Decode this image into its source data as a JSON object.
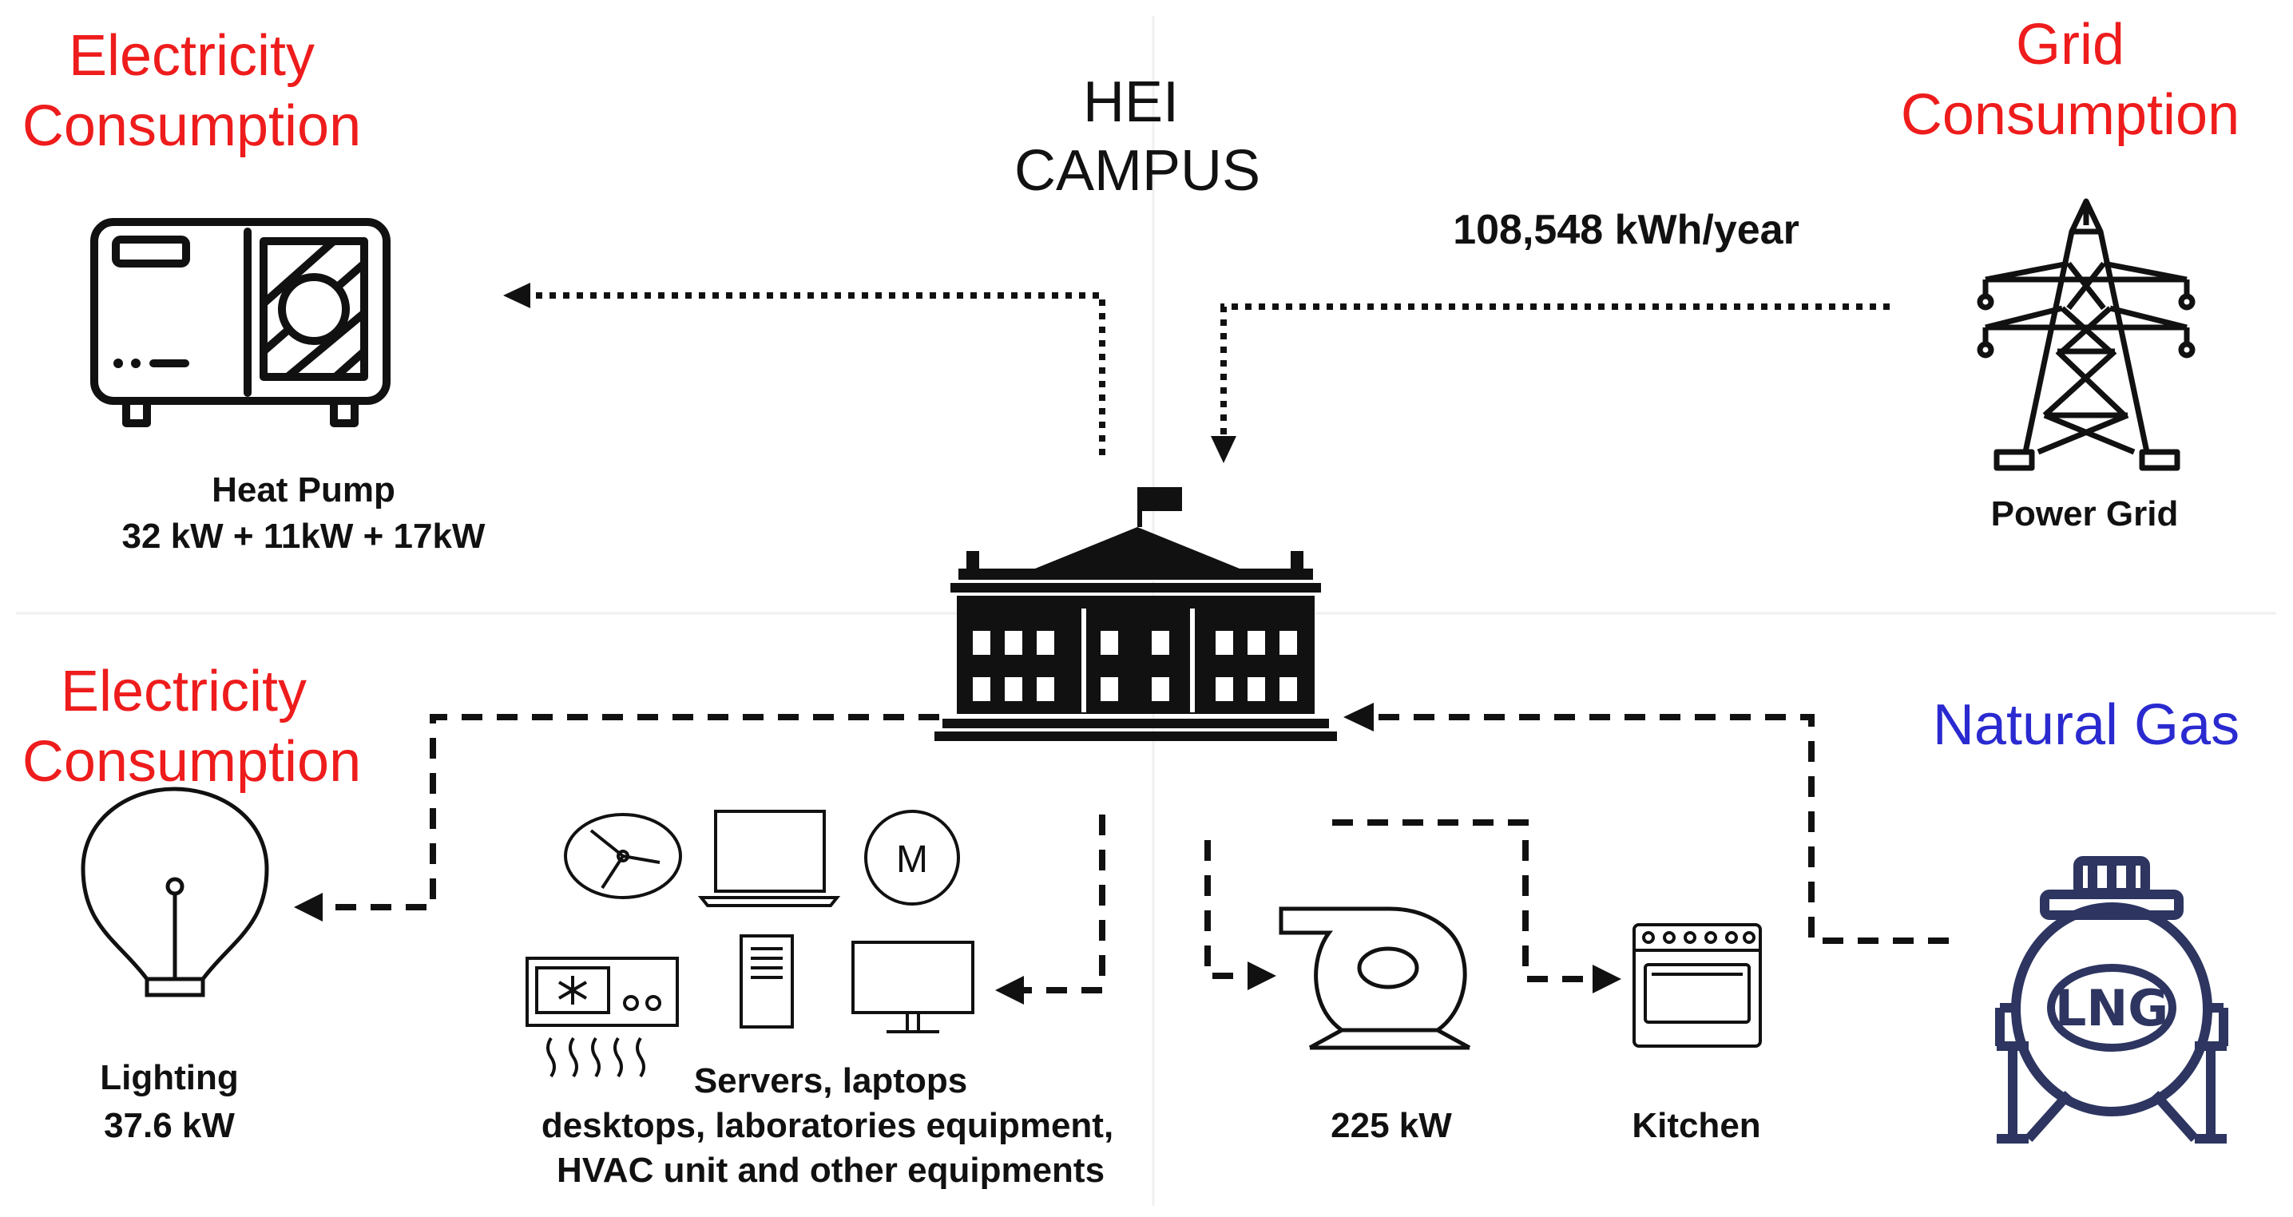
{
  "quadrant_titles": {
    "top_left": [
      "Electricity",
      "Consumption"
    ],
    "top_right": [
      "Grid",
      "Consumption"
    ],
    "bottom_left": [
      "Electricity",
      "Consumption"
    ],
    "bottom_right": "Natural Gas"
  },
  "center": {
    "title": [
      "HEI",
      "CAMPUS"
    ],
    "icon": "campus-building-icon"
  },
  "grid": {
    "flow_value": "108,548 kWh/year",
    "label": "Power Grid",
    "icon": "transmission-tower-icon"
  },
  "heat_pump": {
    "label": "Heat Pump",
    "value": "32 kW + 11kW + 17kW",
    "icon": "heat-pump-icon"
  },
  "lighting": {
    "label": "Lighting",
    "value": "37.6 kW",
    "icon": "light-bulb-icon"
  },
  "equipment": {
    "lines": [
      "Servers, laptops",
      "desktops, laboratories equipment,",
      "HVAC unit and other equipments"
    ],
    "motor_letter": "M",
    "icons": [
      "fan-icon",
      "laptop-icon",
      "motor-icon",
      "hvac-unit-icon",
      "server-icon",
      "monitor-icon"
    ]
  },
  "boiler": {
    "value": "225 kW",
    "icon": "blower-icon"
  },
  "kitchen": {
    "label": "Kitchen",
    "icon": "stove-icon"
  },
  "lng": {
    "label": "LNG",
    "icon": "lng-tank-icon"
  },
  "colors": {
    "electricity_title": "#ee1c1c",
    "gas_title": "#2a2ad0",
    "lng_icon": "#2d3560"
  }
}
